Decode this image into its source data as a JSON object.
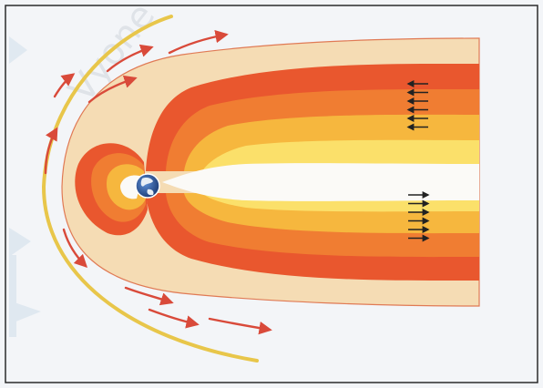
{
  "watermark": "Vyone",
  "colors": {
    "background": "#f3f5f8",
    "frame": "#2b2b2b",
    "bow_shock": "#e8c64a",
    "magnetosheath": "#f5dcb4",
    "outline": "#e07a55",
    "band_outer": "#e9572e",
    "band_mid": "#f07d32",
    "band_inner": "#f6b73e",
    "band_core": "#fbe06a",
    "cavity": "#fbfaf7",
    "solar_wind_arrow": "#d94a3a",
    "tail_arrow": "#222222",
    "earth_ocean": "#2a5da8",
    "earth_land": "#e8eef5"
  },
  "icons": {
    "earth": "earth-globe-icon",
    "solar_wind": "red-curved-arrow-icon",
    "tail_flow": "black-arrow-icon"
  },
  "tail_flow": {
    "upper_direction": "left",
    "lower_direction": "right",
    "arrows_per_lobe": 6
  }
}
